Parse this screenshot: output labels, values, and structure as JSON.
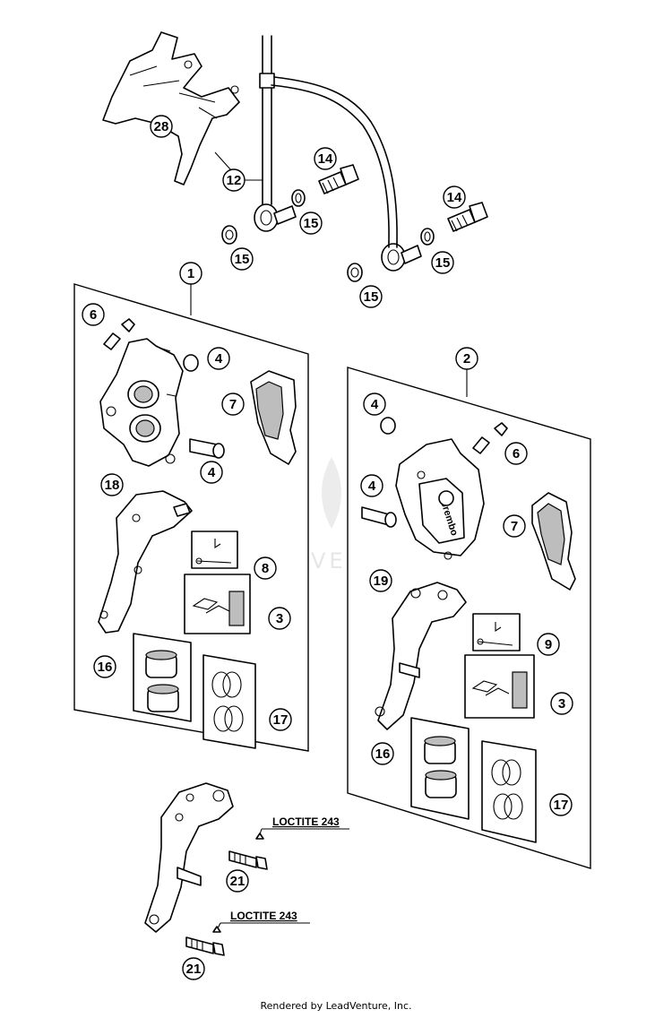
{
  "callouts": {
    "c28": "28",
    "c12": "12",
    "c14a": "14",
    "c14b": "14",
    "c15a": "15",
    "c15b": "15",
    "c15c": "15",
    "c15d": "15",
    "c1": "1",
    "c2": "2",
    "c6a": "6",
    "c4a": "4",
    "c4b": "4",
    "c7a": "7",
    "c18": "18",
    "c8": "8",
    "c3a": "3",
    "c16a": "16",
    "c17a": "17",
    "c4c": "4",
    "c6b": "6",
    "c4d": "4",
    "c7b": "7",
    "c19": "19",
    "c9": "9",
    "c3b": "3",
    "c16b": "16",
    "c17b": "17",
    "c21a": "21",
    "c21b": "21"
  },
  "loctite": {
    "label_a": "LOCTITE 243",
    "label_b": "LOCTITE 243"
  },
  "caliper_brand": "brembo",
  "watermark": "LEADVENTURE",
  "footer": "Rendered by LeadVenture, Inc."
}
